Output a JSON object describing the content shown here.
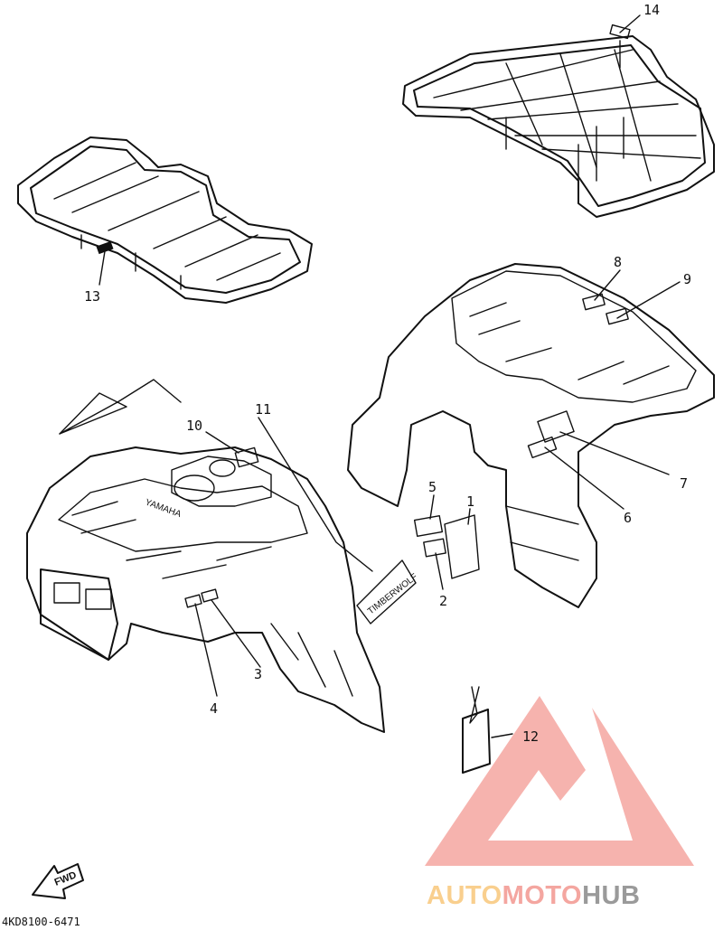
{
  "diagram": {
    "callouts": [
      "1",
      "2",
      "3",
      "4",
      "5",
      "6",
      "7",
      "8",
      "9",
      "10",
      "11",
      "12",
      "13",
      "14"
    ],
    "part_code": "4KD8100-6471",
    "fwd_label": "FWD",
    "fender_brand_text": "YAMAHA",
    "sticker_text": "TIMBERWOLF"
  },
  "watermark": {
    "word_part1": "AUTO",
    "word_part2": "MOTO",
    "word_part3": "HUB",
    "colors": {
      "triangle": "#f4a6a0",
      "auto": "#f9cf8e",
      "moto": "#f4a6a0",
      "hub": "#9a9a9a"
    }
  }
}
